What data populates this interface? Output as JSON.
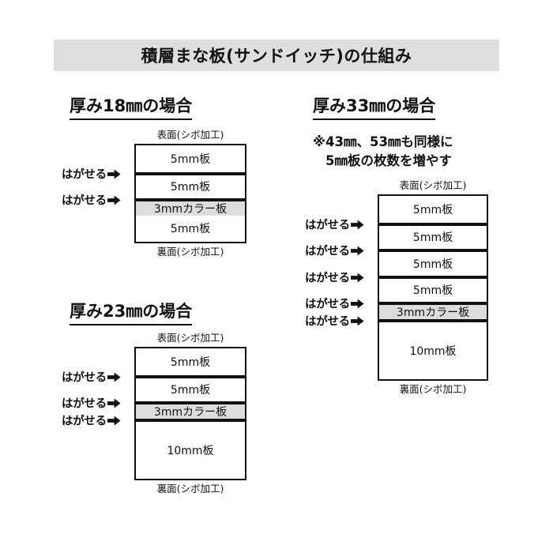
{
  "title": "積層まな板(サンドイッチ)の仕組み",
  "labels": {
    "top_face": "表面(シボ加工)",
    "bottom_face": "裏面(シボ加工)",
    "peelable": "はがせる",
    "arrow_icon": "right-arrow-icon"
  },
  "colors": {
    "banner_bg": "#dedede",
    "colored_layer": "#dcdcdc",
    "line": "#111111",
    "page_bg": "#ffffff"
  },
  "sections": [
    {
      "id": "thickness-18",
      "heading": "厚み18㎜の場合",
      "note": null,
      "layers": [
        {
          "label": "5mm板",
          "colored": false,
          "peelable_above": false
        },
        {
          "label": "5mm板",
          "colored": false,
          "peelable_above": true
        },
        {
          "label": "3mmカラー板",
          "colored": true,
          "peelable_above": true
        },
        {
          "label": "5mm板",
          "colored": false,
          "peelable_above": false
        }
      ]
    },
    {
      "id": "thickness-23",
      "heading": "厚み23㎜の場合",
      "note": null,
      "layers": [
        {
          "label": "5mm板",
          "colored": false,
          "peelable_above": false
        },
        {
          "label": "5mm板",
          "colored": false,
          "peelable_above": true
        },
        {
          "label": "3mmカラー板",
          "colored": true,
          "peelable_above": true
        },
        {
          "label": "10mm板",
          "colored": false,
          "peelable_above": true
        }
      ]
    },
    {
      "id": "thickness-33",
      "heading": "厚み33㎜の場合",
      "note_line1": "※43㎜、53㎜も同様に",
      "note_line2": "5㎜板の枚数を増やす",
      "layers": [
        {
          "label": "5mm板",
          "colored": false,
          "peelable_above": false
        },
        {
          "label": "5mm板",
          "colored": false,
          "peelable_above": true
        },
        {
          "label": "5mm板",
          "colored": false,
          "peelable_above": true
        },
        {
          "label": "5mm板",
          "colored": false,
          "peelable_above": true
        },
        {
          "label": "3mmカラー板",
          "colored": true,
          "peelable_above": true
        },
        {
          "label": "10mm板",
          "colored": false,
          "peelable_above": true
        }
      ]
    }
  ]
}
